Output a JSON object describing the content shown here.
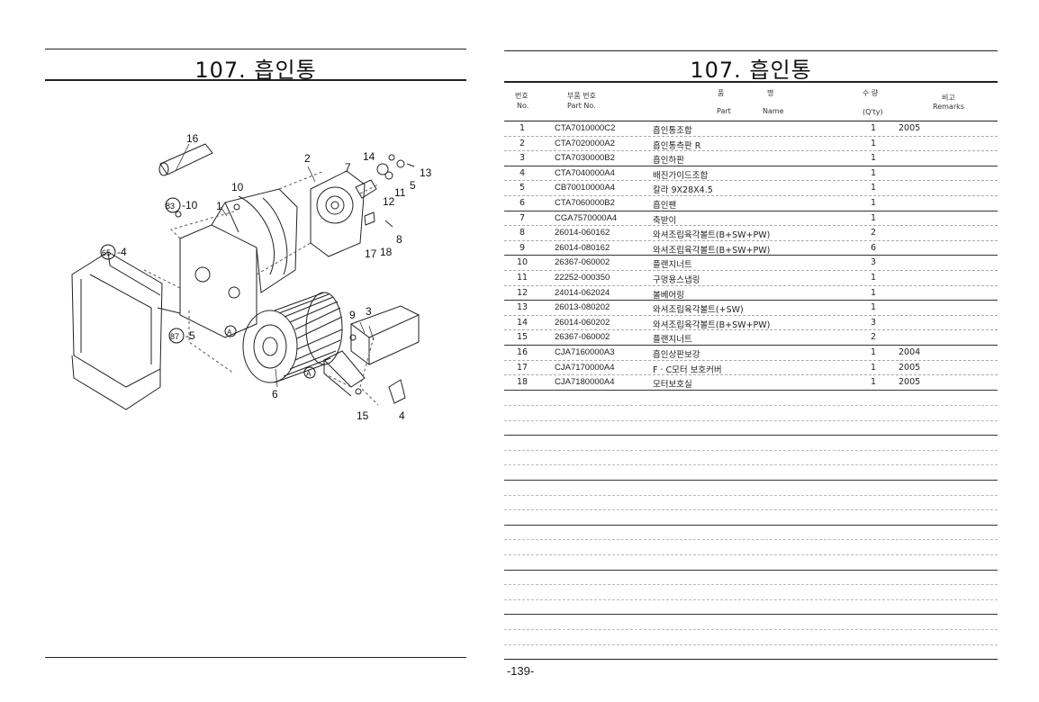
{
  "left_page": {
    "title": "107. 흡인통",
    "diagram_labels": {
      "l1": "1",
      "l2": "2",
      "l3": "3",
      "l4": "4",
      "l4b": "-4",
      "l5": "5",
      "l5b": "-5",
      "l6": "6",
      "l7": "7",
      "l8": "8",
      "l9": "9",
      "l10": "10",
      "l10b": "-10",
      "l11": "11",
      "l12": "12",
      "l13": "13",
      "l14": "14",
      "l15": "15",
      "l16": "16",
      "l17": "17",
      "l18": "18",
      "c83": "83",
      "c65": "65",
      "c87": "87",
      "ca": "A"
    }
  },
  "right_page": {
    "title": "107. 흡인통",
    "headers": {
      "no_ko": "번호",
      "no_en": "No.",
      "pn_ko": "부품 번호",
      "pn_en": "Part  No.",
      "name_ko_1": "품",
      "name_ko_2": "명",
      "name_en_1": "Part",
      "name_en_2": "Name",
      "qty_ko": "수  량",
      "qty_en": "(Q'ty)",
      "rm_ko": "비고",
      "rm_en": "Remarks"
    },
    "rows": [
      {
        "no": "1",
        "part": "CTA7010000C2",
        "name": "흡인통조합",
        "qty": "1",
        "remarks": "2005"
      },
      {
        "no": "2",
        "part": "CTA7020000A2",
        "name": "흡인통측판 R",
        "qty": "1",
        "remarks": ""
      },
      {
        "no": "3",
        "part": "CTA7030000B2",
        "name": "흡인하판",
        "qty": "1",
        "remarks": ""
      },
      {
        "no": "4",
        "part": "CTA7040000A4",
        "name": "배진가이드조합",
        "qty": "1",
        "remarks": ""
      },
      {
        "no": "5",
        "part": "CB70010000A4",
        "name": "칼라 9X28X4.5",
        "qty": "1",
        "remarks": ""
      },
      {
        "no": "6",
        "part": "CTA7060000B2",
        "name": "흡인팬",
        "qty": "1",
        "remarks": ""
      },
      {
        "no": "7",
        "part": "CGA7570000A4",
        "name": "축받이",
        "qty": "1",
        "remarks": ""
      },
      {
        "no": "8",
        "part": "26014-060162",
        "name": "와셔조립육각볼트(B+SW+PW)",
        "qty": "2",
        "remarks": ""
      },
      {
        "no": "9",
        "part": "26014-080162",
        "name": "와셔조립육각볼트(B+SW+PW)",
        "qty": "6",
        "remarks": ""
      },
      {
        "no": "10",
        "part": "26367-060002",
        "name": "플랜지너트",
        "qty": "3",
        "remarks": ""
      },
      {
        "no": "11",
        "part": "22252-000350",
        "name": "구멍용스냅링",
        "qty": "1",
        "remarks": ""
      },
      {
        "no": "12",
        "part": "24014-062024",
        "name": "볼베어링",
        "qty": "1",
        "remarks": ""
      },
      {
        "no": "13",
        "part": "26013-080202",
        "name": "와셔조립육각볼트(+SW)",
        "qty": "1",
        "remarks": ""
      },
      {
        "no": "14",
        "part": "26014-060202",
        "name": "와셔조립육각볼트(B+SW+PW)",
        "qty": "3",
        "remarks": ""
      },
      {
        "no": "15",
        "part": "26367-060002",
        "name": "플랜지너트",
        "qty": "2",
        "remarks": ""
      },
      {
        "no": "16",
        "part": "CJA7160000A3",
        "name": "흡인상판보강",
        "qty": "1",
        "remarks": "2004"
      },
      {
        "no": "17",
        "part": "CJA7170000A4",
        "name": "F · C모터 보호커버",
        "qty": "1",
        "remarks": "2005"
      },
      {
        "no": "18",
        "part": "CJA7180000A4",
        "name": "모터보호실",
        "qty": "1",
        "remarks": "2005"
      }
    ]
  },
  "page_number": "-139-"
}
